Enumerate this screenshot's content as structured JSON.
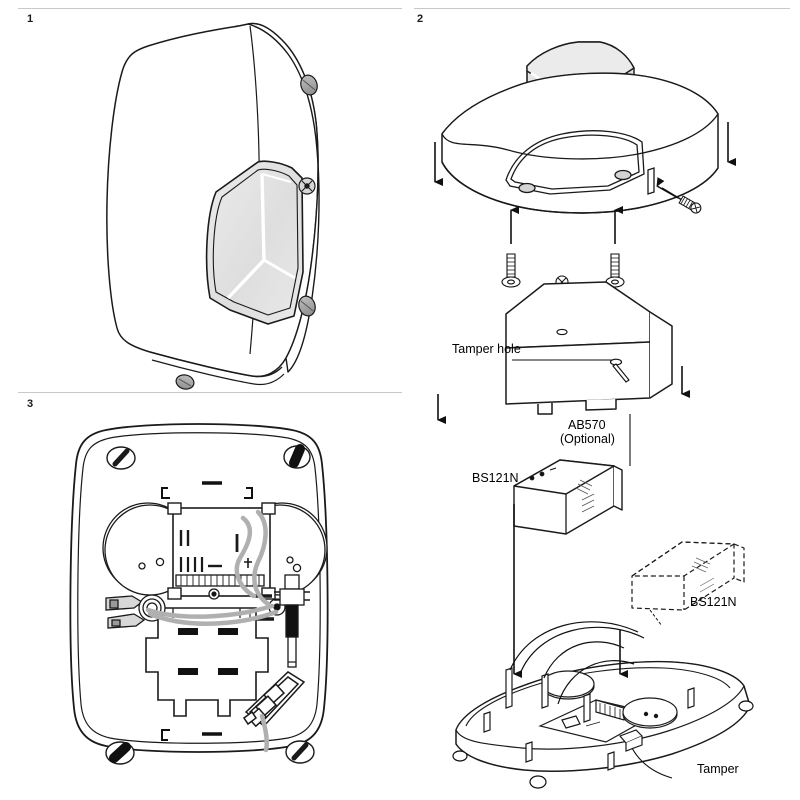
{
  "document": {
    "type": "technical-installation-diagram",
    "subject": "Alarm sounder / bell box assembly",
    "background_color": "#ffffff",
    "line_color": "#000000",
    "shade_color": "#e3e3e3",
    "rule_color": "#c9c9c9"
  },
  "panels": [
    {
      "number": "1",
      "name": "cover-assembled-view",
      "caption": "",
      "description": "Isometric view of the assembled sounder cover with shaded lens window"
    },
    {
      "number": "2",
      "name": "exploded-assembly-view",
      "caption": "",
      "description": "Exploded view of cover, lens, screws, washers, optional module and base"
    },
    {
      "number": "3",
      "name": "backplate-interior-view",
      "caption": "",
      "description": "Plan view of the backplate interior with PCB, terminal block and wiring"
    }
  ],
  "labels": {
    "tamper_hole": "Tamper hole",
    "ab570": "AB570",
    "optional": "(Optional)",
    "bs121n_left": "BS121N",
    "bs121n_right": "BS121N",
    "tamper": "Tamper"
  },
  "callouts": [
    {
      "id": "tamper-hole",
      "text": "Tamper hole",
      "leader": "horizontal-line-right"
    },
    {
      "id": "ab570",
      "text": "AB570",
      "leader": "vertical-line-down"
    },
    {
      "id": "ab570-optional",
      "text": "(Optional)",
      "leader": "none"
    },
    {
      "id": "bs121n-left",
      "text": "BS121N",
      "leader": "none"
    },
    {
      "id": "bs121n-right",
      "text": "BS121N",
      "leader": "none"
    },
    {
      "id": "tamper",
      "text": "Tamper",
      "leader": "curved-line-up-left"
    }
  ],
  "colors": {
    "ink": "#000000",
    "light_shade": "#e6e6e6",
    "mid_shade": "#d2d2d2",
    "wire_gray": "#b3b3b3",
    "rule": "#c9c9c9"
  }
}
